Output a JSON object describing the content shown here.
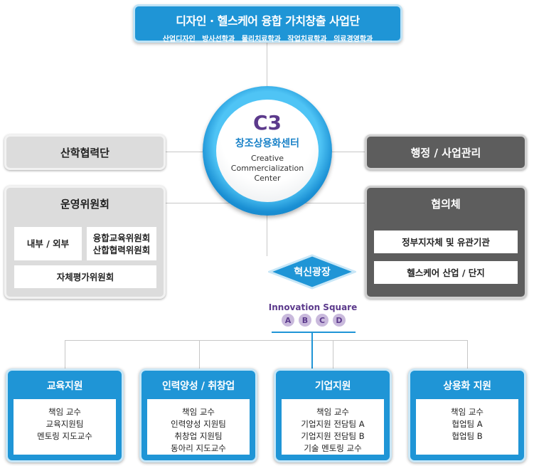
{
  "header": {
    "title": "디자인 · 헬스케어 융합 가치창출 사업단",
    "departments": [
      "산업디자인",
      "방사선학과",
      "물리치료학과",
      "작업치료학과",
      "의료경영학과"
    ]
  },
  "center": {
    "code": "C3",
    "name_kr": "창조상용화센터",
    "name_en_1": "Creative",
    "name_en_2": "Commercialization",
    "name_en_3": "Center"
  },
  "left_top": {
    "title": "산학협력단"
  },
  "left_committee": {
    "title": "운영위원회",
    "internal_external": "내부 / 외부",
    "committee_1": "융합교육위원회",
    "committee_2": "산합협력위원회",
    "self_eval": "자체평가위원회"
  },
  "right_top": {
    "title": "행정 / 사업관리"
  },
  "right_council": {
    "title": "협의체",
    "item_1": "정부지자체 및 유관기관",
    "item_2": "헬스케어 산업 / 단지"
  },
  "innovation": {
    "label_kr": "혁신광장",
    "label_en": "Innovation Square",
    "letters": [
      "A",
      "B",
      "C",
      "D"
    ]
  },
  "bottom": [
    {
      "title": "교육지원",
      "lines": [
        "책임 교수",
        "교육지원팀",
        "멘토링 지도교수"
      ]
    },
    {
      "title": "인력양성 / 취창업",
      "lines": [
        "책임 교수",
        "인력양성 지원팀",
        "취창업 지원팀",
        "동아리 지도교수"
      ]
    },
    {
      "title": "기업지원",
      "lines": [
        "책임 교수",
        "기업지원 전담팀 A",
        "기업지원 전담팀 B",
        "기술 멘토링 교수"
      ]
    },
    {
      "title": "상용화 지원",
      "lines": [
        "책임 교수",
        "협업팀 A",
        "협업팀 B"
      ]
    }
  ],
  "colors": {
    "blue": "#1f95d6",
    "purple": "#5c3a8c",
    "gray_light": "#dcdcdc",
    "gray_dark": "#5d5d5d"
  }
}
